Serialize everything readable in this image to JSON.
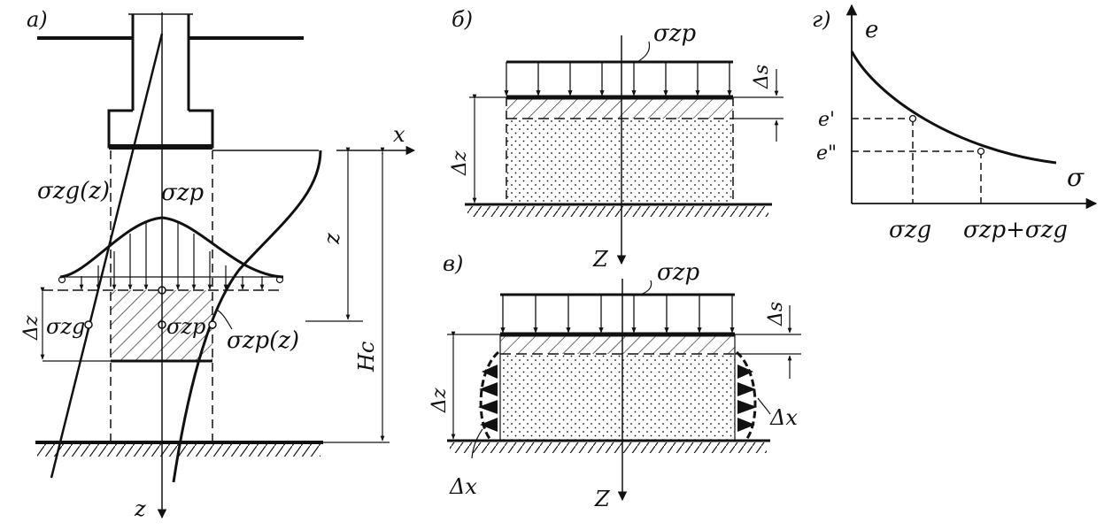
{
  "panels": {
    "a": {
      "label": "а)",
      "x_axis": "x",
      "z_axis": "z",
      "sigma_zg_curve": "σzg(z)",
      "sigma_zp_peak": "σzp",
      "sigma_zg_point": "σzg",
      "sigma_zp_point": "σzp",
      "sigma_zp_curve": "σzp(z)",
      "depth_z": "z",
      "layer_dz": "Δz",
      "depth_hc": "Hc"
    },
    "b": {
      "label": "б)",
      "load": "σzp",
      "settlement": "Δs",
      "layer_dz": "Δz",
      "z_axis": "Z"
    },
    "v": {
      "label": "в)",
      "load": "σzp",
      "settlement": "Δs",
      "layer_dz": "Δz",
      "lateral_right": "Δx",
      "lateral_left": "Δx",
      "z_axis": "Z"
    },
    "g": {
      "label": "г)",
      "y_axis": "e",
      "x_axis": "σ",
      "e1": "e'",
      "e2": "e\"",
      "sigma_zg": "σzg",
      "sigma_sum": "σzp+σzg"
    }
  },
  "colors": {
    "ink": "#111111",
    "paper": "#ffffff"
  }
}
